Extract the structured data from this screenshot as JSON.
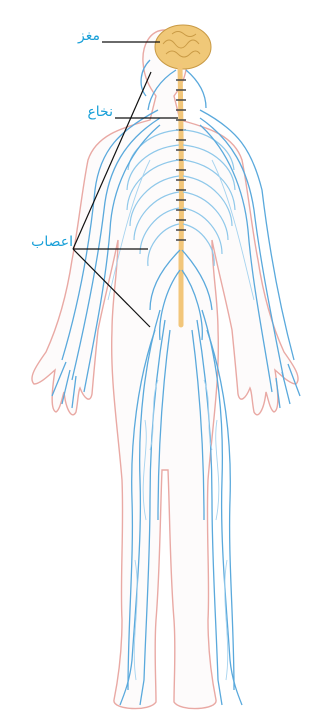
{
  "diagram": {
    "labels": {
      "brain": "مغز",
      "spinal_cord": "نخاع",
      "nerves": "اعصاب"
    },
    "colors": {
      "label_text": "#1aa0d8",
      "leader_line": "#111111",
      "body_outline": "#e9a9a4",
      "body_fill": "#fdfbfb",
      "nerve_light": "#8fc8ea",
      "nerve_dark": "#2f86c9",
      "brain": "#f0c878",
      "spinal_cord": "#f2c67a"
    }
  }
}
